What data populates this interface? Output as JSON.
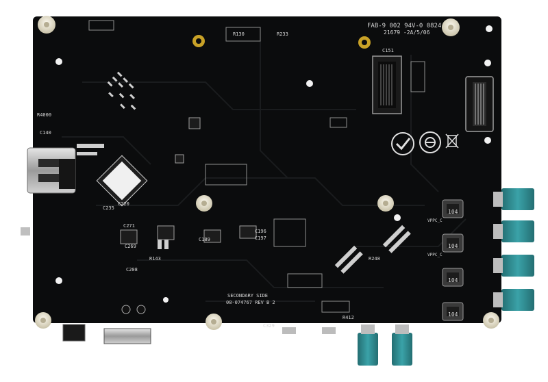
{
  "board": {
    "fab_text": "FAB-9 002 94V-0 0824",
    "rev_text": "21679 -2A/5/06",
    "side_text": "SECONDARY SIDE",
    "part_text": "08-074767 REV B 2",
    "labels": {
      "left_cap_1": "C140",
      "left_cap_2": "R4000",
      "usb_ref": "C220",
      "cap_c235": "C235",
      "cap_c271": "C271",
      "cap_c269": "C269",
      "res_r143": "R143",
      "r_c189": "C189",
      "r_c197": "C197",
      "r_c196": "C196",
      "r_c208": "C208",
      "top_r130": "R130",
      "top_r233": "R233",
      "top_c151": "C151",
      "sw_r248": "R248",
      "bottom_r412": "R412",
      "bottom_c329": "C329",
      "ind_1": "104",
      "ind_2": "104",
      "ind_3": "104",
      "ind_4": "104",
      "vppc_1": "VPPC_C",
      "vppc_2": "VPPC_C"
    }
  },
  "colors": {
    "pcb": "#0b0c0d",
    "trace": "#1b1d1f",
    "silk": "#d8d8d8",
    "gold": "#c9a227",
    "teal_connector": "#2f8f94",
    "standoff": "#e8e4d4",
    "chip": "#161616"
  },
  "icons": [
    "recycle-check-icon",
    "environmental-logo-icon",
    "waste-bin-icon"
  ]
}
